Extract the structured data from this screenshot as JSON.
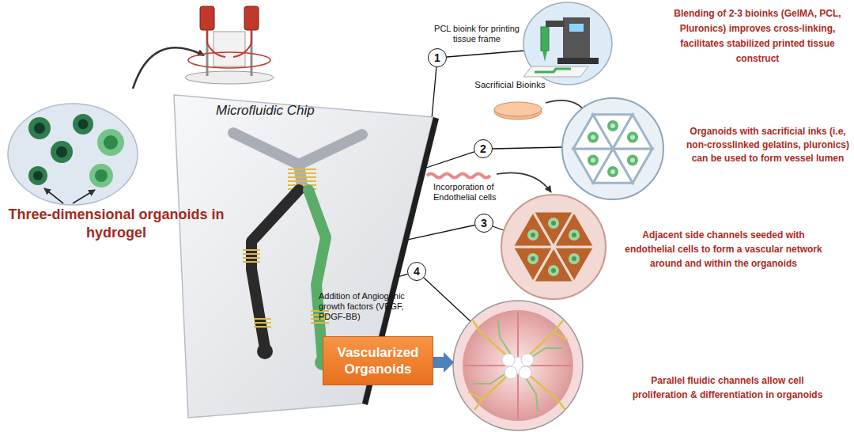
{
  "diagram": {
    "nodes": [
      {
        "text": [
          "Microfluidic Chip"
        ]
      },
      {
        "text": [
          "1"
        ]
      },
      {
        "text": [
          "2"
        ]
      },
      {
        "text": [
          "3"
        ]
      },
      {
        "text": [
          "4"
        ]
      },
      {
        "text": [
          "Vascularized Organoids"
        ]
      }
    ],
    "edges": [
      {
        "from": 0,
        "to": 1,
        "arrow": "none"
      },
      {
        "from": 0,
        "to": 2,
        "arrow": "none"
      },
      {
        "from": 0,
        "to": 3,
        "arrow": "none"
      },
      {
        "from": 0,
        "to": 4,
        "arrow": "none"
      }
    ],
    "labels": [
      "Three-dimensional organoids in hydrogel",
      "PCL bioink for printing tissue frame",
      "Blending of 2-3 bioinks (GelMA, PCL, Pluronics) improves cross-linking, facilitates stabilized printed tissue construct",
      "Sacrificial Bioinks",
      "Organoids with sacrificial inks (i.e, non-crosslinked gelatins, pluronics) can be used to form vessel lumen",
      "Incorporation of Endothelial cells",
      "Adjacent side channels seeded with endothelial cells to form a vascular network around and within the organoids",
      "Addition of Angiogenic growth factors (VEGF, PDGF-BB)",
      "Parallel fluidic channels allow cell proliferation & differentiation in organoids"
    ]
  }
}
